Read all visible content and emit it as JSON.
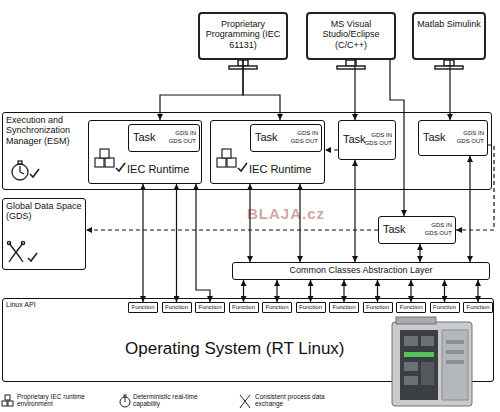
{
  "diagram": {
    "nodes": [
      {
        "text": [
          "Proprietary Programming (IEC 61131)"
        ]
      },
      {
        "text": [
          "MS Visual Studio/Eclipse (C/C++)"
        ]
      },
      {
        "text": [
          "Matlab Simulink"
        ]
      },
      {
        "text": [
          "Execution and Synchronization Manager (ESM)"
        ]
      },
      {
        "text": [
          "IEC Runtime"
        ],
        "in": 3
      },
      {
        "text": [
          "Task",
          "GDS IN",
          "GDS OUT"
        ],
        "in": 4
      },
      {
        "text": [
          "IEC Runtime"
        ],
        "in": 3
      },
      {
        "text": [
          "Task",
          "GDS IN",
          "GDS OUT"
        ],
        "in": 6
      },
      {
        "text": [
          "Task",
          "GDS IN",
          "GDS OUT"
        ],
        "in": 3
      },
      {
        "text": [
          "Task",
          "GDS IN",
          "GDS OUT"
        ],
        "in": 3
      },
      {
        "text": [
          "Global Data Space (GDS)"
        ]
      },
      {
        "text": [
          "Task",
          "GDS IN",
          "GDS OUT"
        ]
      },
      {
        "text": [
          "Common Classes Abstraction Layer"
        ]
      },
      {
        "text": [
          "Linux API",
          "Operating System (RT Linux)"
        ]
      },
      {
        "text": [
          "Function"
        ],
        "in": 13
      },
      {
        "text": [
          "Function"
        ],
        "in": 13
      },
      {
        "text": [
          "Function"
        ],
        "in": 13
      },
      {
        "text": [
          "Function"
        ],
        "in": 13
      },
      {
        "text": [
          "Function"
        ],
        "in": 13
      },
      {
        "text": [
          "Function"
        ],
        "in": 13
      },
      {
        "text": [
          "Function"
        ],
        "in": 13
      },
      {
        "text": [
          "Function"
        ],
        "in": 13
      },
      {
        "text": [
          "Function"
        ],
        "in": 13
      },
      {
        "text": [
          "Function"
        ],
        "in": 13
      },
      {
        "text": [
          "Function"
        ],
        "in": 13
      }
    ],
    "edges": [
      {
        "from": 0,
        "to": 4,
        "arrow": "to"
      },
      {
        "from": 0,
        "to": 6,
        "arrow": "to"
      },
      {
        "from": 1,
        "to": 8,
        "arrow": "to"
      },
      {
        "from": 1,
        "to": 11,
        "arrow": "to"
      },
      {
        "from": 2,
        "to": 9,
        "arrow": "to"
      },
      {
        "from": 4,
        "to": 14,
        "arrow": "both"
      },
      {
        "from": 4,
        "to": 15,
        "arrow": "both"
      },
      {
        "from": 4,
        "to": 16,
        "arrow": "both"
      },
      {
        "from": 6,
        "to": 12,
        "arrow": "both"
      },
      {
        "from": 6,
        "to": 12,
        "arrow": "both"
      },
      {
        "from": 8,
        "to": 12,
        "arrow": "both"
      },
      {
        "from": 11,
        "to": 12,
        "arrow": "both"
      },
      {
        "from": 9,
        "to": 12,
        "arrow": "both"
      },
      {
        "from": 12,
        "to": 17,
        "arrow": "both"
      },
      {
        "from": 12,
        "to": 18,
        "arrow": "both"
      },
      {
        "from": 12,
        "to": 19,
        "arrow": "both"
      },
      {
        "from": 12,
        "to": 20,
        "arrow": "both"
      },
      {
        "from": 12,
        "to": 21,
        "arrow": "both"
      },
      {
        "from": 12,
        "to": 22,
        "arrow": "both"
      },
      {
        "from": 12,
        "to": 23,
        "arrow": "both"
      },
      {
        "from": 12,
        "to": 24,
        "arrow": "both"
      },
      {
        "from": 11,
        "to": 10,
        "arrow": "to"
      },
      {
        "from": 9,
        "to": 11,
        "arrow": "to"
      },
      {
        "from": 8,
        "to": 6,
        "arrow": "to"
      }
    ],
    "labels": [
      "BLAJA.cz"
    ],
    "legend": [
      {
        "text": "Proprietary IEC runtime environment"
      },
      {
        "text": "Deterministic real-time capability"
      },
      {
        "text": "Consistent process data exchange"
      }
    ]
  }
}
